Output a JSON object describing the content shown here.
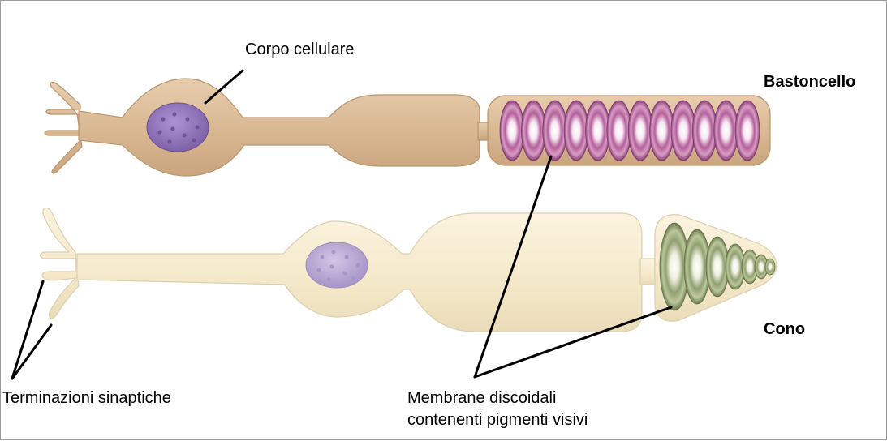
{
  "labels": {
    "corpo_cellulare": "Corpo cellulare",
    "bastoncello": "Bastoncello",
    "cono": "Cono",
    "terminazioni": "Terminazioni sinaptiche",
    "membrane_line1": "Membrane discoidali",
    "membrane_line2": "contenenti pigmenti visivi"
  },
  "colors": {
    "rod_body": "#dcbc98",
    "rod_outline": "#b9956e",
    "cone_body": "#f6ebcf",
    "cone_outline": "#dccfae",
    "rod_nucleus": "#8a6bb2",
    "cone_nucleus": "#b3a2cf",
    "rod_discs": "#b05e99",
    "cone_discs": "#8e9c6b",
    "leader_lines": "#000000"
  },
  "counts": {
    "rod_discs": 12,
    "cone_discs": 7
  }
}
